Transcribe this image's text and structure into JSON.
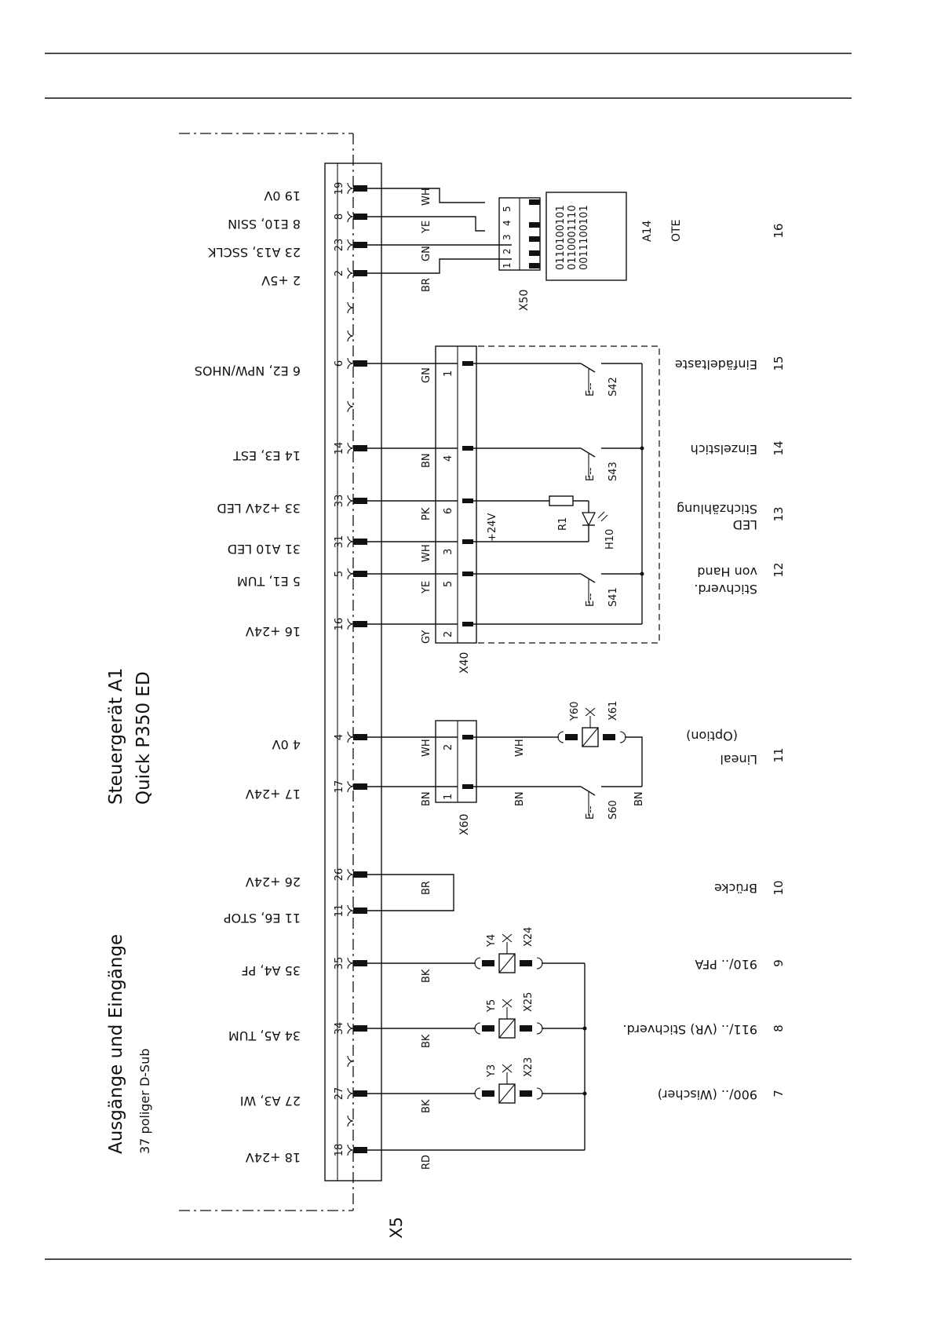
{
  "module": {
    "line1": "Steuergerät A1",
    "line2": "Quick P350 ED"
  },
  "io": {
    "title": "Ausgänge und Eingänge",
    "subtitle": "37 poliger D-Sub"
  },
  "connector_main": "X5",
  "signals": {
    "s19": "19 0V",
    "s8": "8 E10, SSIN",
    "s23": "23 A13, SSCLK",
    "s2": "2 +5V",
    "s6": "6 E2, NPW/NHOS",
    "s14": "14 E3, EST",
    "s33": "33 +24V LED",
    "s31": "31 A10 LED",
    "s5": "5 E1, TUM",
    "s16": "16 +24V",
    "s4": "4 0V",
    "s17": "17 +24V",
    "s26": "26 +24V",
    "s11": "11 E6, STOP",
    "s35": "35 A4, PF",
    "s34": "34 A5, TUM",
    "s27": "27 A3, WI",
    "s18": "18 +24V"
  },
  "pins": {
    "p19": "19",
    "p8": "8",
    "p23": "23",
    "p2": "2",
    "p6": "6",
    "p14": "14",
    "p33": "33",
    "p31": "31",
    "p5": "5",
    "p16": "16",
    "p4": "4",
    "p17": "17",
    "p26": "26",
    "p11": "11",
    "p35": "35",
    "p34": "34",
    "p27": "27",
    "p18": "18"
  },
  "wires": {
    "c19": "WH",
    "c8": "YE",
    "c23": "GN",
    "c2": "BR",
    "c6": "GN",
    "c14": "BN",
    "c33": "PK",
    "c31": "WH",
    "c5": "YE",
    "c16": "GY",
    "c4": "WH",
    "c17": "BN",
    "c4b": "WH",
    "c17b": "BN",
    "c17c": "BN",
    "c26": "BR",
    "c35": "BK",
    "c34": "BK",
    "c27": "BK",
    "c18": "RD"
  },
  "x50": {
    "label": "X50",
    "pins": [
      "1",
      "2",
      "3",
      "4",
      "5"
    ]
  },
  "ote": {
    "ref": "A14",
    "name": "OTE",
    "bits": [
      "0110100101",
      "0110001110",
      "0011100101"
    ]
  },
  "x40": {
    "label": "X40",
    "pins": {
      "p1": "1",
      "p4": "4",
      "p6": "6",
      "p3": "3",
      "p5": "5",
      "p2": "2"
    }
  },
  "supply_label": "+24V",
  "switches": {
    "s42": "S42",
    "s43": "S43",
    "s41": "S41",
    "s60": "S60",
    "actuator": "E--"
  },
  "led": {
    "r1": "R1",
    "h10": "H10"
  },
  "x60": {
    "label": "X60",
    "pins": {
      "p2": "2",
      "p1": "1"
    }
  },
  "valves": {
    "y60": "Y60",
    "x61": "X61",
    "y4": "Y4",
    "x24": "X24",
    "y5": "Y5",
    "x25": "X25",
    "y3": "Y3",
    "x23": "X23"
  },
  "functions": {
    "f15": "Einfädeltaste",
    "f14": "Einzelstich",
    "f13a": "Stichzählung",
    "f13b": "LED",
    "f12a": "Stichverd.",
    "f12b": "von Hand",
    "f11a": "Lineal",
    "f11b": "(Option)",
    "f10": "Brücke",
    "f9": "910/.. PFA",
    "f8": "911/.. (VR) Stichverd.",
    "f7": "900/.. (Wischer)"
  },
  "numbers": {
    "n16": "16",
    "n15": "15",
    "n14": "14",
    "n13": "13",
    "n12": "12",
    "n11": "11",
    "n10": "10",
    "n9": "9",
    "n8": "8",
    "n7": "7"
  }
}
